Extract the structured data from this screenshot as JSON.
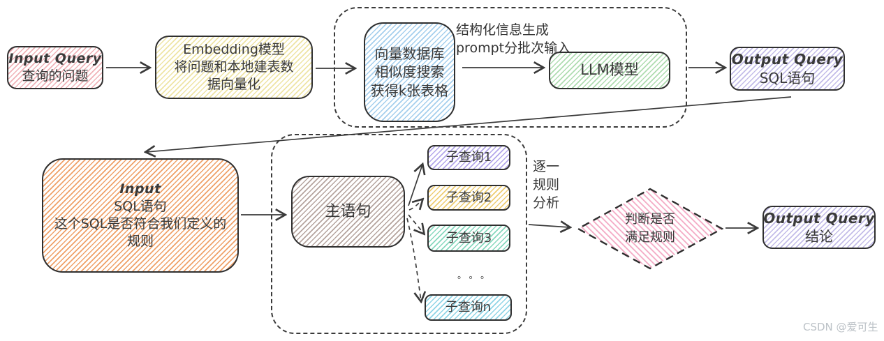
{
  "diagram_title": "Text2SQL LLM pipeline flowchart",
  "colors": {
    "border": "#2f2f2f",
    "text": "#3a3a3a",
    "arrow": "#3a3a3a",
    "watermark": "#bcc2c7",
    "pink": "#f0b3b8",
    "pale_yellow": "#eee4a4",
    "blue": "#a5cfed",
    "green": "#aedcb0",
    "lavender": "#c3bce8",
    "orange": "#efa067",
    "brown_gray": "#b5a49e",
    "sub_lavender": "#b3a6ea",
    "gold": "#eecd72",
    "teal": "#86d8bd",
    "cyan": "#8ed4e6",
    "diamond_pink": "#f4a9c4"
  },
  "nodes": {
    "input_query": {
      "lines": [
        "Input Query",
        "查询的问题"
      ],
      "fill": "#f0b3b8"
    },
    "embedding": {
      "lines": [
        "Embedding模型",
        "将问题和本地建表数",
        "据向量化"
      ],
      "fill": "#eee4a4"
    },
    "vector_db": {
      "lines": [
        "向量数据库",
        "相似度搜索",
        "获得k张表格"
      ],
      "fill": "#a5cfed"
    },
    "llm": {
      "lines": [
        "LLM模型"
      ],
      "fill": "#aedcb0"
    },
    "output_sql": {
      "lines": [
        "Output Query",
        "SQL语句"
      ],
      "fill": "#c3bce8"
    },
    "input_sql": {
      "lines": [
        "Input",
        "SQL语句",
        "这个SQL是否符合我们定义的",
        "规则"
      ],
      "fill": "#efa067"
    },
    "main_clause": {
      "lines": [
        "主语句"
      ],
      "fill": "#b5a49e"
    },
    "sub1": {
      "lines": [
        "子查询1"
      ],
      "fill": "#b3a6ea"
    },
    "sub2": {
      "lines": [
        "子查询2"
      ],
      "fill": "#eecd72"
    },
    "sub3": {
      "lines": [
        "子查询3"
      ],
      "fill": "#86d8bd"
    },
    "subn": {
      "lines": [
        "子查询n"
      ],
      "fill": "#8ed4e6"
    },
    "decision": {
      "lines": [
        "判断是否",
        "满足规则"
      ],
      "fill": "#f4a9c4"
    },
    "output_conclusion": {
      "lines": [
        "Output Query",
        "结论"
      ],
      "fill": "#c3bce8"
    }
  },
  "labels": {
    "prompt": {
      "lines": [
        "结构化信息生成",
        "prompt分批次输入"
      ]
    },
    "rule_analysis": {
      "lines": [
        "逐一",
        "规则",
        "分析"
      ]
    },
    "ellipsis": "。。。"
  },
  "watermark": {
    "text": "CSDN @爱可生"
  }
}
